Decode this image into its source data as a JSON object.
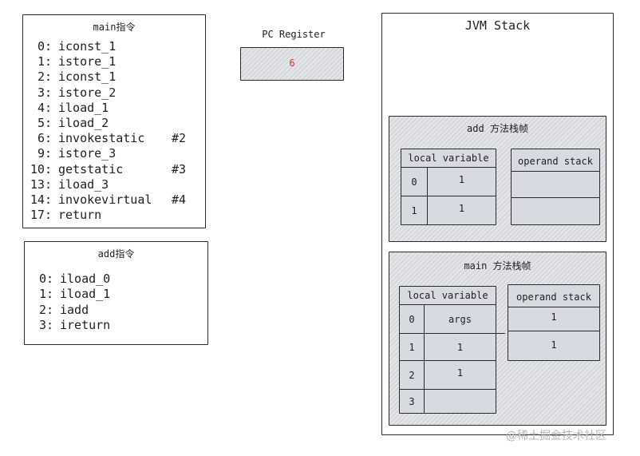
{
  "main_box": {
    "title": "main指令",
    "lines": [
      {
        "num": "0:",
        "op": "iconst_1",
        "arg": ""
      },
      {
        "num": "1:",
        "op": "istore_1",
        "arg": ""
      },
      {
        "num": "2:",
        "op": "iconst_1",
        "arg": ""
      },
      {
        "num": "3:",
        "op": "istore_2",
        "arg": ""
      },
      {
        "num": "4:",
        "op": "iload_1",
        "arg": ""
      },
      {
        "num": "5:",
        "op": "iload_2",
        "arg": ""
      },
      {
        "num": "6:",
        "op": "invokestatic",
        "arg": "#2"
      },
      {
        "num": "9:",
        "op": "istore_3",
        "arg": ""
      },
      {
        "num": "10:",
        "op": "getstatic",
        "arg": "#3"
      },
      {
        "num": "13:",
        "op": "iload_3",
        "arg": ""
      },
      {
        "num": "14:",
        "op": "invokevirtual",
        "arg": "#4"
      },
      {
        "num": "17:",
        "op": "return",
        "arg": ""
      }
    ]
  },
  "add_box": {
    "title": "add指令",
    "lines": [
      {
        "num": "0:",
        "op": "iload_0"
      },
      {
        "num": "1:",
        "op": "iload_1"
      },
      {
        "num": "2:",
        "op": "iadd"
      },
      {
        "num": "3:",
        "op": "ireturn"
      }
    ]
  },
  "pc_register": {
    "label": "PC Register",
    "value": "6",
    "value_color": "#e03131"
  },
  "jvm_stack": {
    "title": "JVM Stack",
    "add_frame": {
      "title": "add 方法栈帧",
      "locals_header": "local variable",
      "locals": [
        {
          "index": "0",
          "value": "1"
        },
        {
          "index": "1",
          "value": "1"
        }
      ],
      "operand_header": "operand stack",
      "operands": []
    },
    "main_frame": {
      "title": "main 方法栈帧",
      "locals_header": "local variable",
      "locals": [
        {
          "index": "0",
          "value": "args"
        },
        {
          "index": "1",
          "value": "1"
        },
        {
          "index": "2",
          "value": "1"
        },
        {
          "index": "3",
          "value": ""
        }
      ],
      "operand_header": "operand stack",
      "operands": [
        "1",
        "1"
      ]
    }
  },
  "watermark": "@稀土掘金技术社区"
}
